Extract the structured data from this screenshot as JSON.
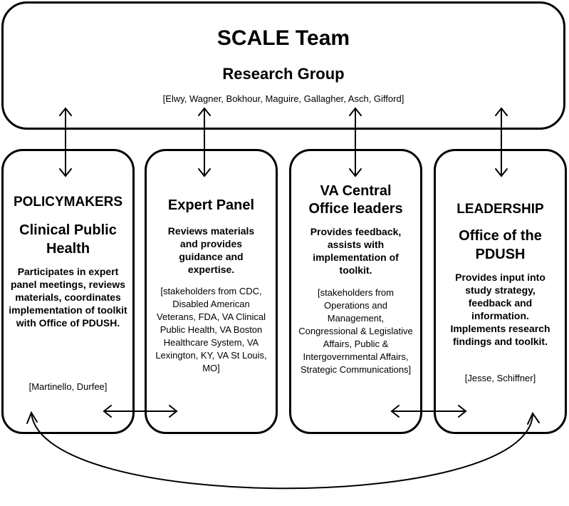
{
  "top": {
    "title": "SCALE Team",
    "subtitle": "Research Group",
    "members": "[Elwy, Wagner, Bokhour, Maguire, Gallagher, Asch, Gifford]"
  },
  "boxes": [
    {
      "heading1": "POLICYMAKERS",
      "heading2": "Clinical Public Health",
      "description": "Participates in expert panel meetings, reviews materials, coordinates implementation of toolkit with Office of PDUSH.",
      "note": "[Martinello, Durfee]"
    },
    {
      "heading1": "Expert Panel",
      "heading2": "",
      "description": "Reviews materials and provides guidance and expertise.",
      "note": "[stakeholders from CDC, Disabled American Veterans, FDA, VA Clinical Public Health, VA Boston Healthcare System, VA Lexington, KY, VA St Louis, MO]"
    },
    {
      "heading1": "VA Central Office leaders",
      "heading2": "",
      "description": "Provides feedback, assists with implementation of toolkit.",
      "note": "[stakeholders from Operations and Management, Congressional & Legislative Affairs, Public & Intergovernmental Affairs, Strategic Communications]"
    },
    {
      "heading1": "LEADERSHIP",
      "heading2": "Office of the PDUSH",
      "description": "Provides input into study strategy, feedback and information. Implements research findings and toolkit.",
      "note": "[Jesse, Schiffner]"
    }
  ]
}
